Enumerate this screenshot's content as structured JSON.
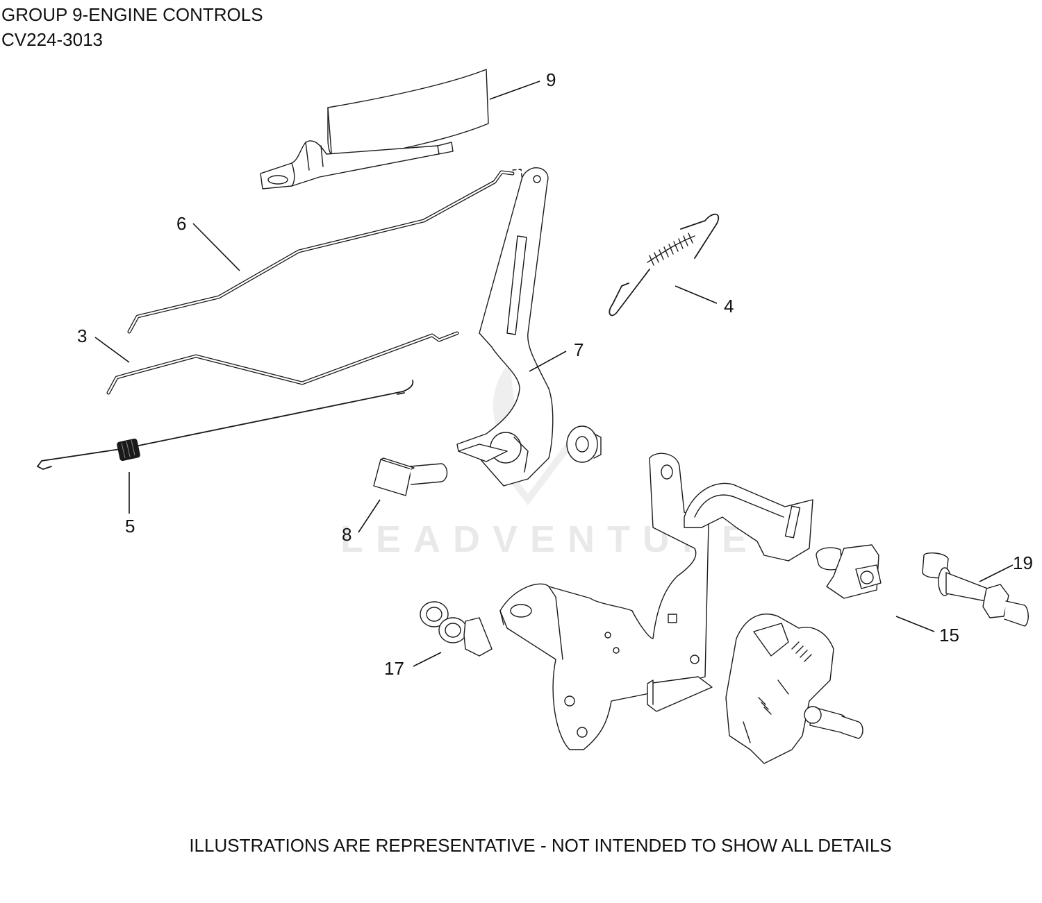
{
  "header": {
    "title": "GROUP 9-ENGINE CONTROLS",
    "model": "CV224-3013"
  },
  "watermark": "LEADVENTURE",
  "callouts": {
    "c9": "9",
    "c6": "6",
    "c4": "4",
    "c3": "3",
    "c7": "7",
    "c5": "5",
    "c8": "8",
    "c19": "19",
    "c15": "15",
    "c17": "17"
  },
  "footer": {
    "disclaimer": "ILLUSTRATIONS ARE REPRESENTATIVE - NOT INTENDED TO SHOW ALL DETAILS"
  }
}
